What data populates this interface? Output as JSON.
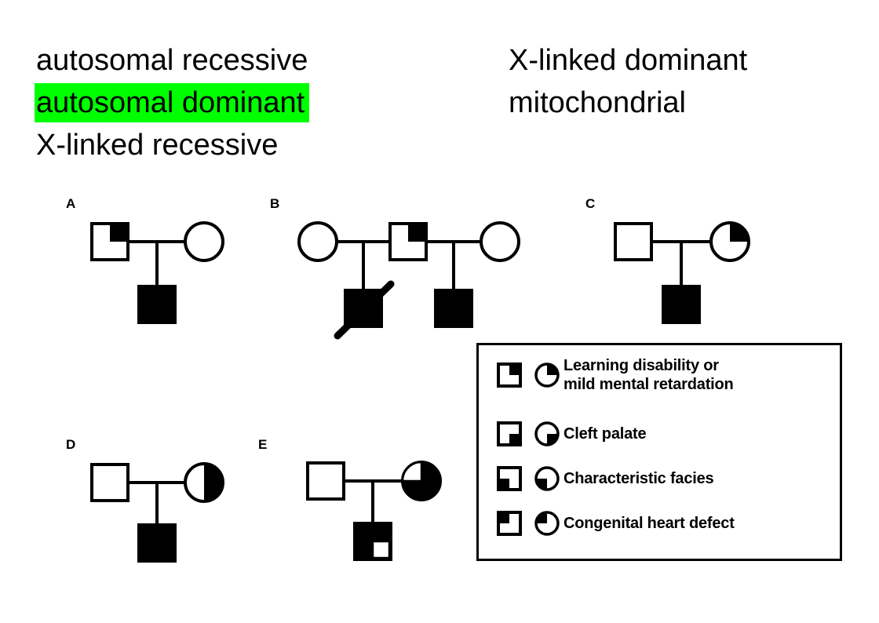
{
  "options": {
    "left_column": [
      {
        "label": "autosomal recessive",
        "highlighted": false
      },
      {
        "label": "autosomal dominant",
        "highlighted": true
      },
      {
        "label": "X-linked recessive",
        "highlighted": false
      }
    ],
    "right_column": [
      {
        "label": "X-linked dominant",
        "highlighted": false
      },
      {
        "label": "mitochondrial",
        "highlighted": false
      }
    ],
    "highlight_color": "#00ff00"
  },
  "pedigrees": [
    {
      "label": "A",
      "father": {
        "shape": "square",
        "fill": "quadrant-upper-right"
      },
      "mother": {
        "shape": "circle",
        "fill": "none"
      },
      "children": [
        {
          "shape": "square",
          "fill": "full",
          "deceased": false
        }
      ]
    },
    {
      "label": "B",
      "first_mother": {
        "shape": "circle",
        "fill": "none"
      },
      "father": {
        "shape": "square",
        "fill": "quadrant-upper-right"
      },
      "second_mother": {
        "shape": "circle",
        "fill": "none"
      },
      "children": [
        {
          "shape": "square",
          "fill": "full",
          "deceased": true
        },
        {
          "shape": "square",
          "fill": "full",
          "deceased": false
        }
      ]
    },
    {
      "label": "C",
      "father": {
        "shape": "square",
        "fill": "none"
      },
      "mother": {
        "shape": "circle",
        "fill": "quadrant-upper-right"
      },
      "children": [
        {
          "shape": "square",
          "fill": "full",
          "deceased": false
        }
      ]
    },
    {
      "label": "D",
      "father": {
        "shape": "square",
        "fill": "none"
      },
      "mother": {
        "shape": "circle",
        "fill": "right-half"
      },
      "children": [
        {
          "shape": "square",
          "fill": "full",
          "deceased": false
        }
      ]
    },
    {
      "label": "E",
      "father": {
        "shape": "square",
        "fill": "none"
      },
      "mother": {
        "shape": "circle",
        "fill": "three-quarter-upper-left-open"
      },
      "children": [
        {
          "shape": "square",
          "fill": "three-quarter-lower-right-open",
          "deceased": false
        }
      ]
    }
  ],
  "legend": {
    "rows": [
      {
        "text": "Learning disability or\nmild mental retardation",
        "quadrant": "upper-right"
      },
      {
        "text": "Cleft palate",
        "quadrant": "lower-right"
      },
      {
        "text": "Characteristic  facies",
        "quadrant": "lower-left"
      },
      {
        "text": "Congenital heart defect",
        "quadrant": "upper-left"
      }
    ]
  },
  "colors": {
    "ink": "#000000",
    "paper": "#ffffff",
    "highlight": "#00ff00"
  }
}
